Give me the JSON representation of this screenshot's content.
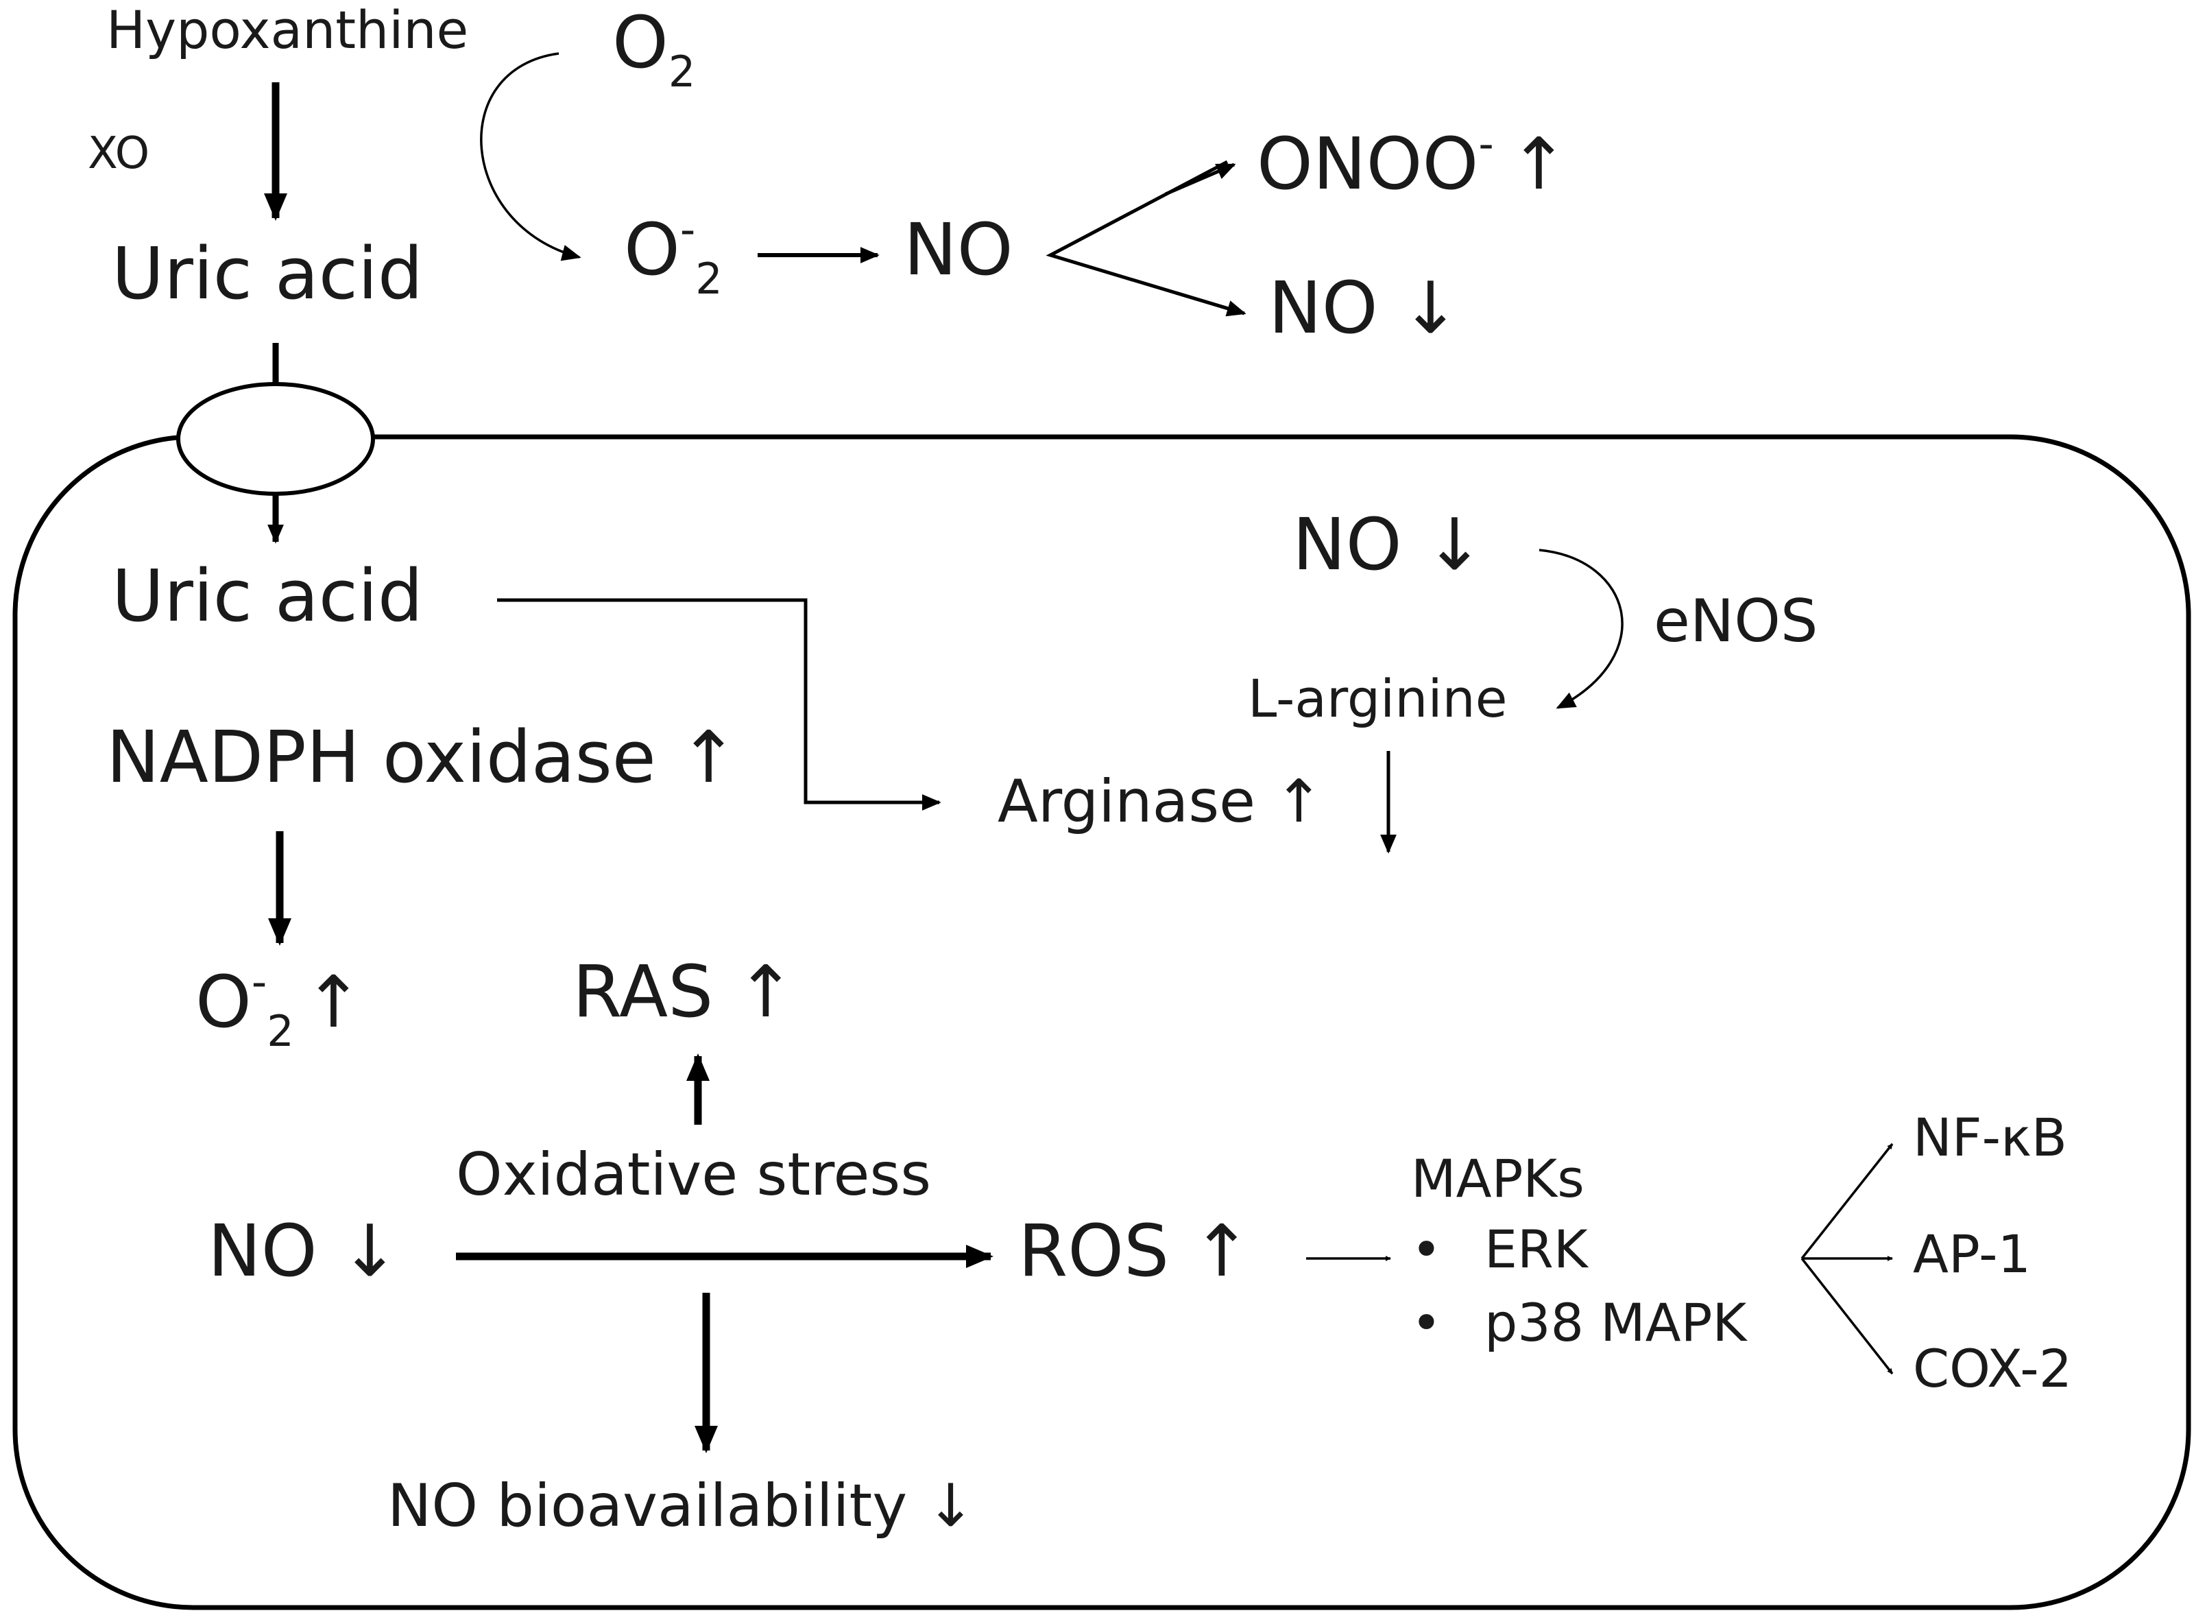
{
  "extracellular": {
    "hypoxanthine": "Hypoxanthine",
    "xo": "XO",
    "uric_acid": "Uric acid",
    "o2": {
      "base": "O",
      "sub": "2"
    },
    "superoxide": {
      "base": "O",
      "sup": "-",
      "sub": "2"
    },
    "no": "NO",
    "onoo": {
      "base": "ONOO",
      "sup": "-",
      "arrow": "↑"
    },
    "no_down": "NO ↓"
  },
  "cell": {
    "uric_acid": "Uric acid",
    "no_down_top": "NO ↓",
    "enos": "eNOS",
    "l_arginine": "L-arginine",
    "nadph": "NADPH oxidase ↑",
    "arginase": "Arginase ↑",
    "superoxide_up": {
      "base": "O",
      "sup": "-",
      "sub": "2",
      "arrow": "↑"
    },
    "ras": "RAS  ↑",
    "oxidative_stress": "Oxidative stress",
    "no_down_left": "NO ↓",
    "ros": "ROS ↑",
    "no_bio": "NO bioavailability ↓",
    "mapks": {
      "title": "MAPKs",
      "items": [
        "ERK",
        "p38 MAPK"
      ],
      "bullet": "•"
    },
    "targets": [
      "NF-κB",
      "AP-1",
      "COX-2"
    ]
  }
}
